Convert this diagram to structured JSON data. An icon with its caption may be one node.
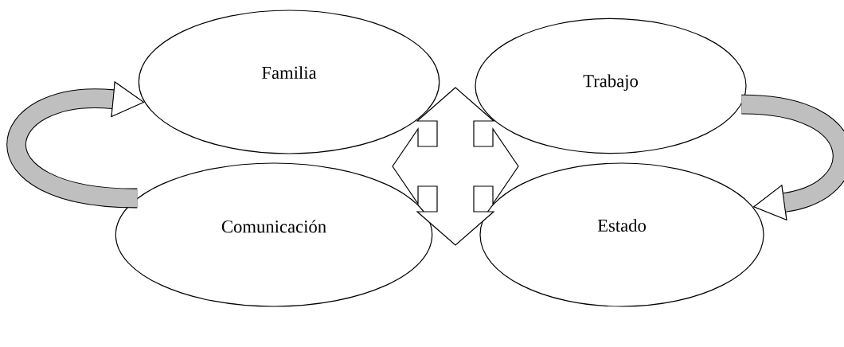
{
  "diagram": {
    "nodes": [
      {
        "text": [
          "Familia"
        ]
      },
      {
        "text": [
          "Trabajo"
        ]
      },
      {
        "text": [
          "Comunicación"
        ]
      },
      {
        "text": [
          "Estado"
        ]
      }
    ],
    "edges": [
      {
        "from": 2,
        "to": 0,
        "arrow": "to"
      },
      {
        "from": 1,
        "to": 3,
        "arrow": "to"
      }
    ]
  }
}
